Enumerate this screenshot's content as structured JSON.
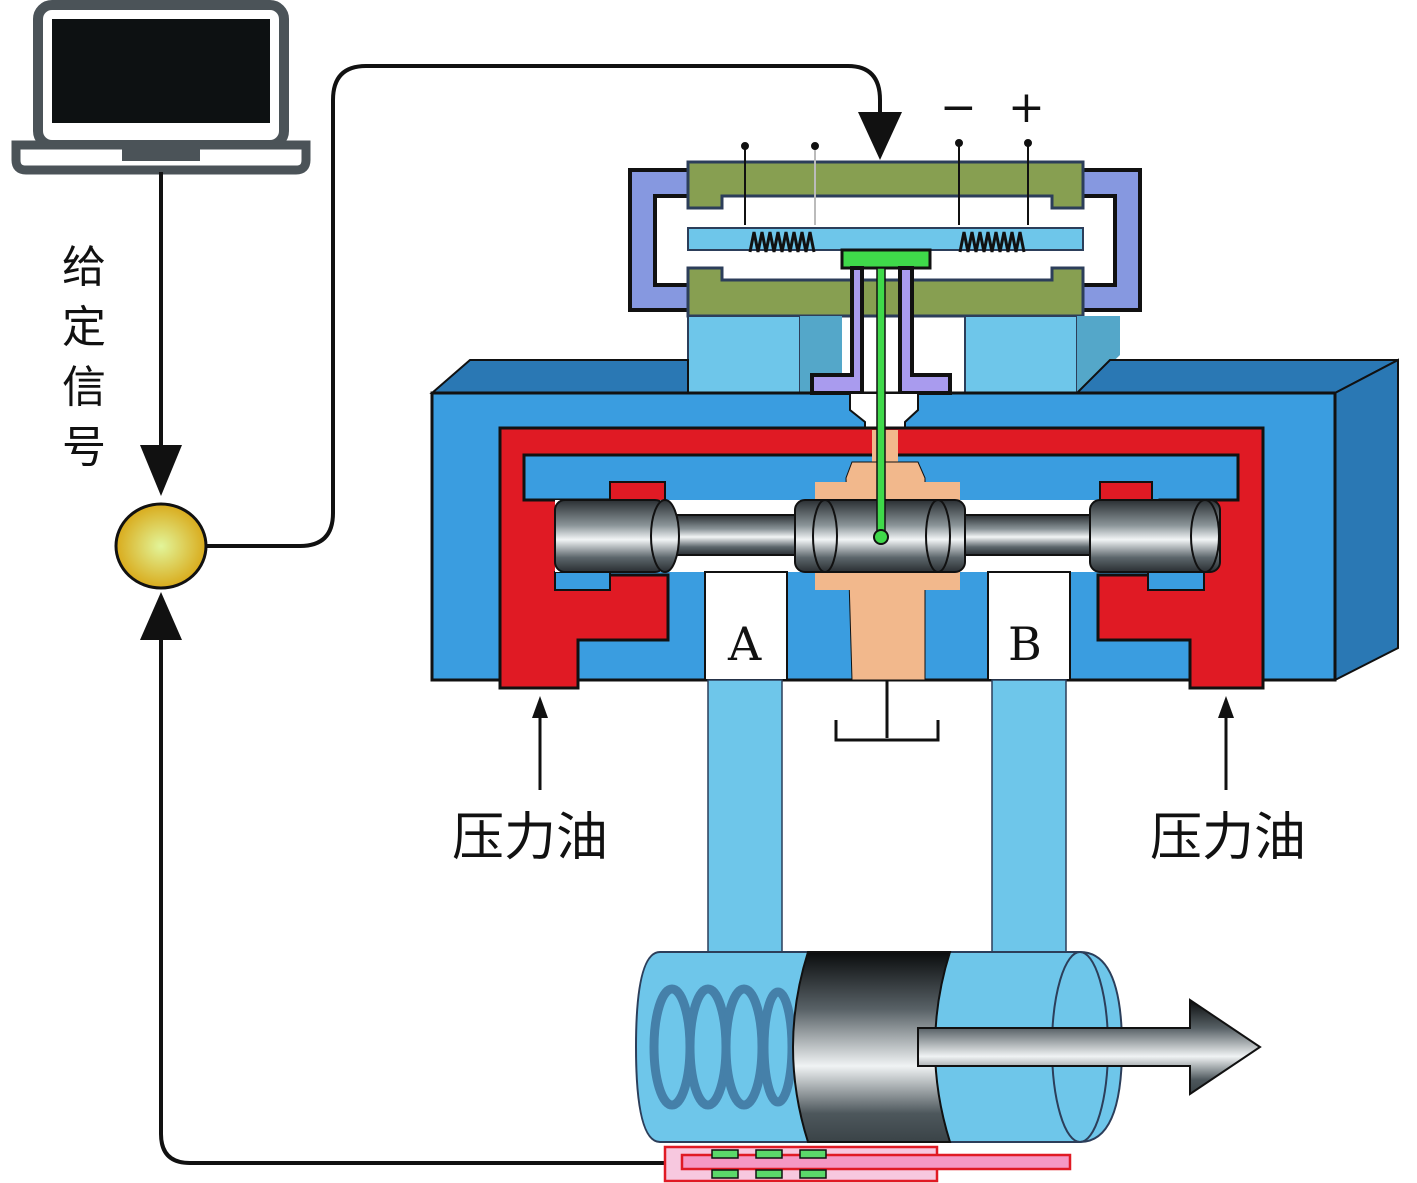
{
  "title": "Electro-hydraulic servo valve closed-loop control schematic",
  "labels": {
    "given_signal": "给定信号",
    "pressure_oil_left": "压力油",
    "pressure_oil_right": "压力油",
    "port_a": "A",
    "port_b": "B",
    "minus": "−",
    "plus": "+"
  },
  "colors": {
    "valve_body": "#3a9de0",
    "valve_body_dark": "#2a78b4",
    "pressure_oil": "#e01a24",
    "armature": "#879f51",
    "magnet": "#8698e0",
    "flapper": "#3fd94a",
    "nozzle": "#f2b88c",
    "cylinder": "#6ec6ea",
    "summer": "#f0c030",
    "sensor": "#f7c8df"
  }
}
